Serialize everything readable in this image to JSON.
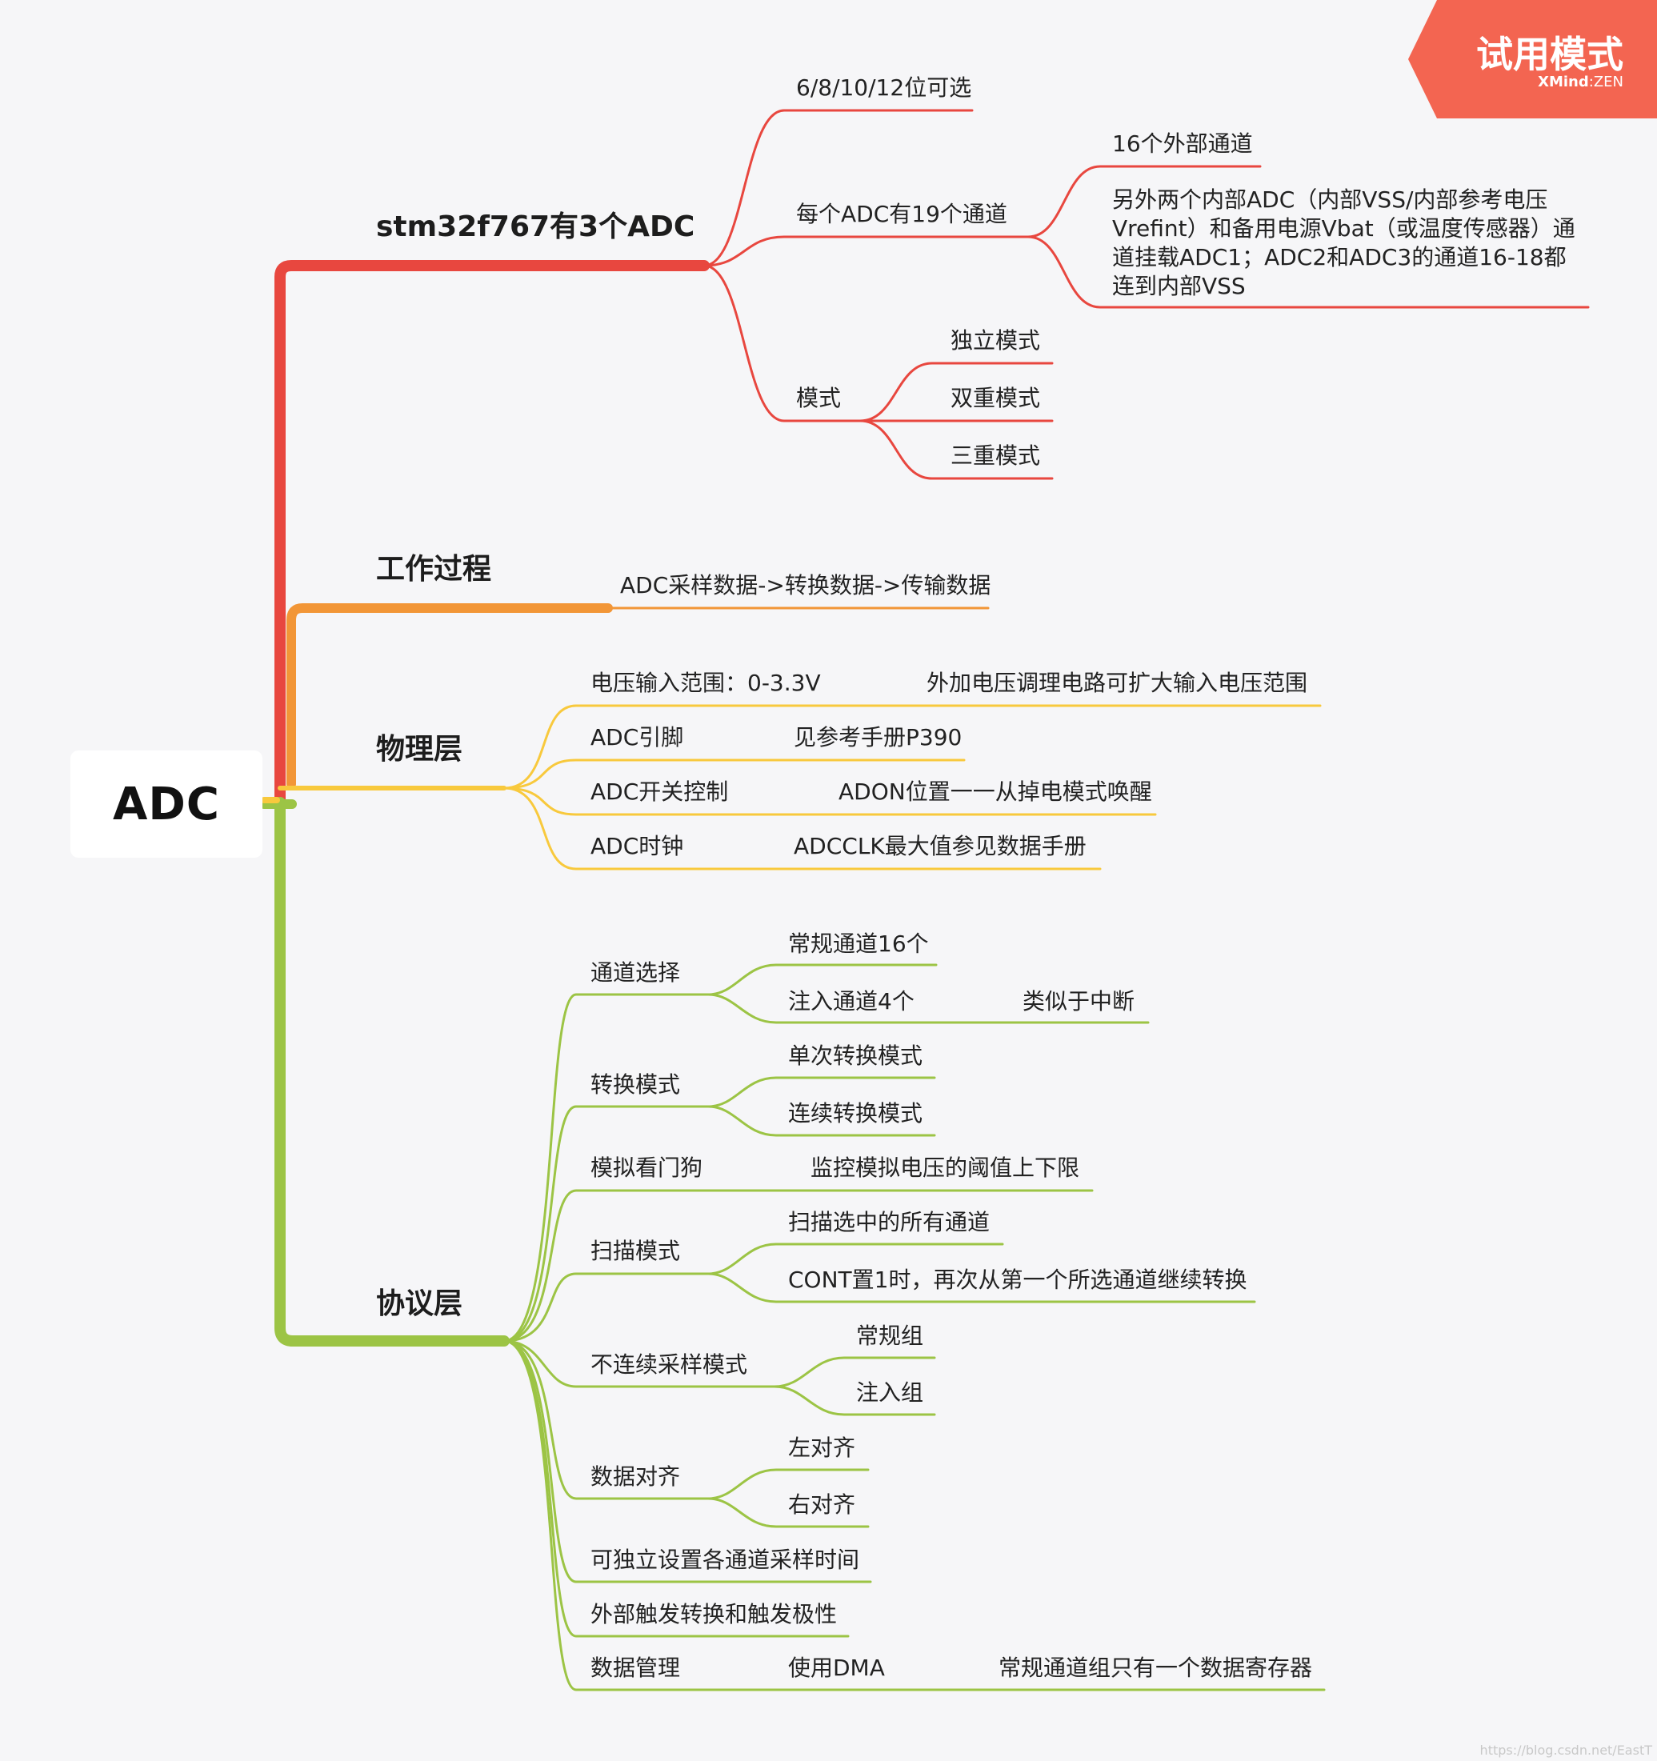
{
  "root": "ADC",
  "badge": {
    "title": "试用模式",
    "brand": "XMind",
    "edition": ":ZEN"
  },
  "branches": {
    "b1": {
      "title": "stm32f767有3个ADC",
      "n1": "6/8/10/12位可选",
      "n2": "每个ADC有19个通道",
      "n2a": "16个外部通道",
      "n2b": "另外两个内部ADC（内部VSS/内部参考电压Vrefint）和备用电源Vbat（或温度传感器）通道挂载ADC1；ADC2和ADC3的通道16-18都连到内部VSS",
      "n3": "模式",
      "n3a": "独立模式",
      "n3b": "双重模式",
      "n3c": "三重模式"
    },
    "b2": {
      "title": "工作过程",
      "n1": "ADC采样数据->转换数据->传输数据"
    },
    "b3": {
      "title": "物理层",
      "n1": "电压输入范围：0-3.3V",
      "n1a": "外加电压调理电路可扩大输入电压范围",
      "n2": "ADC引脚",
      "n2a": "见参考手册P390",
      "n3": "ADC开关控制",
      "n3a": "ADON位置一一从掉电模式唤醒",
      "n4": "ADC时钟",
      "n4a": "ADCCLK最大值参见数据手册"
    },
    "b4": {
      "title": "协议层",
      "n1": "通道选择",
      "n1a": "常规通道16个",
      "n1b": "注入通道4个",
      "n1b1": "类似于中断",
      "n2": "转换模式",
      "n2a": "单次转换模式",
      "n2b": "连续转换模式",
      "n3": "模拟看门狗",
      "n3a": "监控模拟电压的阈值上下限",
      "n4": "扫描模式",
      "n4a": "扫描选中的所有通道",
      "n4b": "CONT置1时，再次从第一个所选通道继续转换",
      "n5": "不连续采样模式",
      "n5a": "常规组",
      "n5b": "注入组",
      "n6": "数据对齐",
      "n6a": "左对齐",
      "n6b": "右对齐",
      "n7": "可独立设置各通道采样时间",
      "n8": "外部触发转换和触发极性",
      "n9": "数据管理",
      "n9a": "使用DMA",
      "n9a1": "常规通道组只有一个数据寄存器"
    }
  },
  "colors": {
    "red": "#e8473f",
    "orange": "#f29637",
    "yellow": "#f8c93d",
    "green": "#9cc445",
    "badge": "#f36551"
  },
  "watermark": "https://blog.csdn.net/EastT"
}
